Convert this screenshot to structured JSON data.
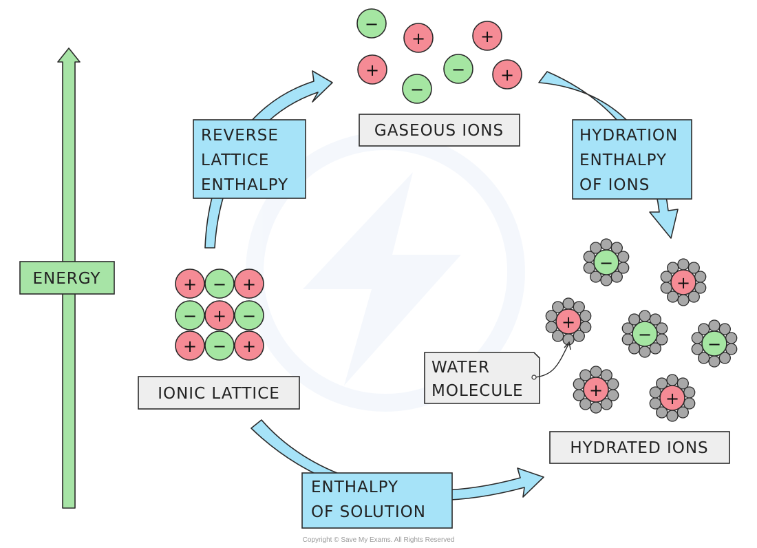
{
  "colors": {
    "arrow_blue": "#a6e3f8",
    "box_blue": "#a6e3f8",
    "box_grey": "#eeeeee",
    "energy_green": "#a7e4a6",
    "cation_red": "#f58b95",
    "anion_green": "#a5e6a2",
    "water_grey": "#a8a8a8",
    "outline": "#2a2a2a"
  },
  "labels": {
    "energy": "ENERGY",
    "gaseous_ions": "GASEOUS IONS",
    "reverse_lattice": [
      "REVERSE",
      "LATTICE",
      "ENTHALPY"
    ],
    "hydration": [
      "HYDRATION",
      "ENTHALPY",
      "OF IONS"
    ],
    "ionic_lattice": "IONIC LATTICE",
    "hydrated_ions": "HYDRATED IONS",
    "water_molecule": [
      "WATER",
      "MOLECULE"
    ],
    "enthalpy_solution": [
      "ENTHALPY",
      "OF SOLUTION"
    ]
  },
  "symbols": {
    "plus": "+",
    "minus": "−"
  },
  "gaseous_ions": [
    "-",
    "+",
    "+",
    "+",
    "-",
    "+",
    "-"
  ],
  "lattice": [
    [
      "+",
      "-",
      "+"
    ],
    [
      "-",
      "+",
      "-"
    ],
    [
      "+",
      "-",
      "+"
    ]
  ],
  "hydrated_ions": [
    "-",
    "+",
    "+",
    "-",
    "-",
    "+",
    "+"
  ],
  "copyright": "Copyright © Save My Exams. All Rights Reserved"
}
